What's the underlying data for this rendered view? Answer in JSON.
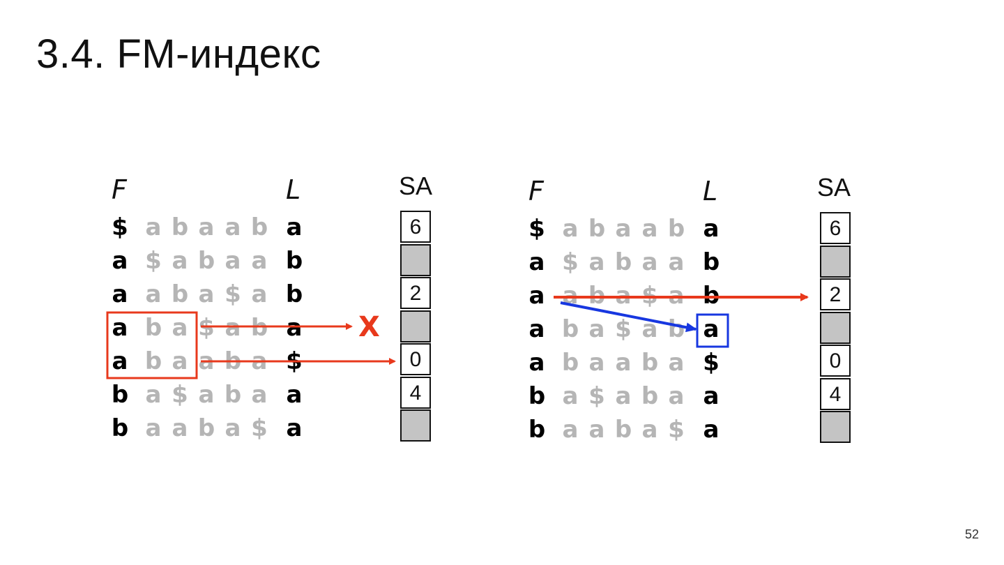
{
  "slide": {
    "title": "3.4. FM-индекс",
    "page_number": "52"
  },
  "colors": {
    "red_arrow": "#e8391c",
    "blue_arrow": "#1737e0",
    "gray_text": "#b5b5b5",
    "sa_empty": "#c4c4c4"
  },
  "headers": {
    "f": "F",
    "l": "L",
    "sa": "SA"
  },
  "rows_left": [
    [
      "$",
      "a",
      "b",
      "a",
      "a",
      "b",
      "a"
    ],
    [
      "a",
      "$",
      "a",
      "b",
      "a",
      "a",
      "b"
    ],
    [
      "a",
      "a",
      "b",
      "a",
      "$",
      "a",
      "b"
    ],
    [
      "a",
      "b",
      "a",
      "$",
      "a",
      "b",
      "a"
    ],
    [
      "a",
      "b",
      "a",
      "a",
      "b",
      "a",
      "$"
    ],
    [
      "b",
      "a",
      "$",
      "a",
      "b",
      "a",
      "a"
    ],
    [
      "b",
      "a",
      "a",
      "b",
      "a",
      "$",
      "a"
    ]
  ],
  "rows_right": [
    [
      "$",
      "a",
      "b",
      "a",
      "a",
      "b",
      "a"
    ],
    [
      "a",
      "$",
      "a",
      "b",
      "a",
      "a",
      "b"
    ],
    [
      "a",
      "a",
      "b",
      "a",
      "$",
      "a",
      "b"
    ],
    [
      "a",
      "b",
      "a",
      "$",
      "a",
      "b",
      "a"
    ],
    [
      "a",
      "b",
      "a",
      "a",
      "b",
      "a",
      "$"
    ],
    [
      "b",
      "a",
      "$",
      "a",
      "b",
      "a",
      "a"
    ],
    [
      "b",
      "a",
      "a",
      "b",
      "a",
      "$",
      "a"
    ]
  ],
  "sa_left": [
    "6",
    "",
    "2",
    "",
    "0",
    "4",
    ""
  ],
  "sa_right": [
    "6",
    "",
    "2",
    "",
    "0",
    "4",
    ""
  ],
  "x_mark": "X"
}
